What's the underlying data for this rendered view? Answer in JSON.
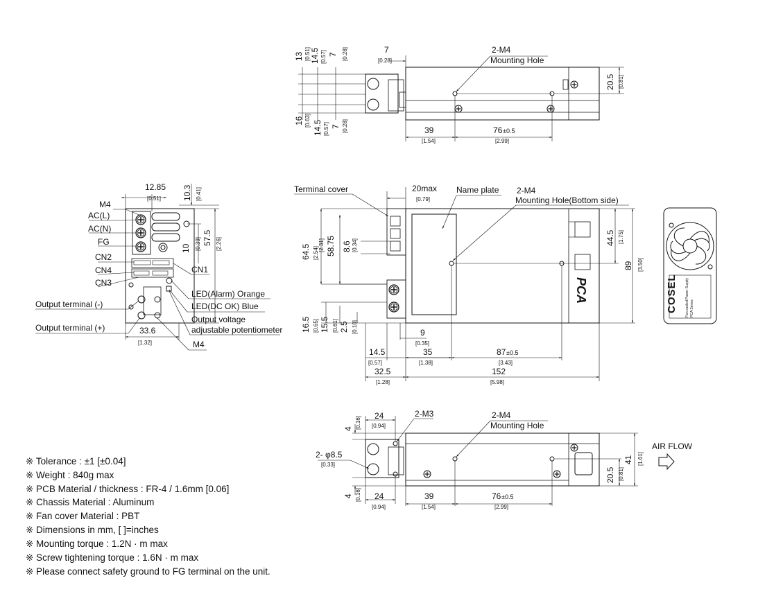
{
  "top_view": {
    "dims_left_top": [
      {
        "mm": "13",
        "in": "[0.51]"
      },
      {
        "mm": "14.5",
        "in": "[0.57]"
      },
      {
        "mm": "7",
        "in": "[0.28]"
      }
    ],
    "dims_left_bottom": [
      {
        "mm": "16",
        "in": "[0.63]"
      },
      {
        "mm": "14.5",
        "in": "[0.57]"
      },
      {
        "mm": "7",
        "in": "[0.28]"
      }
    ],
    "dim_top": {
      "mm": "7",
      "in": "[0.28]"
    },
    "callout": {
      "line1": "2-M4",
      "line2": "Mounting Hole"
    },
    "dim_right": {
      "mm": "20.5",
      "in": "[0.81]"
    },
    "dim_bottom_a": {
      "mm": "39",
      "in": "[1.54]"
    },
    "dim_bottom_b": {
      "mm": "76",
      "tol": "±0.5",
      "in": "[2.99]"
    }
  },
  "front_view": {
    "dim_top": {
      "mm": "12.85",
      "in": "[0.51]"
    },
    "dim_top_right": {
      "mm": "10.3",
      "in": "[0.41]"
    },
    "dim_mid": {
      "mm": "10",
      "in": "[0.39]"
    },
    "dim_right": {
      "mm": "57.5",
      "in": "[2.26]"
    },
    "dim_bottom": {
      "mm": "33.6",
      "in": "[1.32]"
    },
    "labels_left": [
      "M4",
      "AC(L)",
      "AC(N)",
      "FG",
      "CN2",
      "CN4",
      "CN3",
      "Output terminal (-)",
      "Output terminal (+)"
    ],
    "labels_right": [
      "CN1",
      "LED(Alarm) Orange",
      "LED(DC OK) Blue",
      "Output voltage",
      "adjustable potentiometer",
      "M4"
    ]
  },
  "side_view": {
    "terminal_cover": "Terminal cover",
    "dim_top": {
      "mm": "20max",
      "in": "[0.79]"
    },
    "name_plate": "Name plate",
    "callout": {
      "line1": "2-M4",
      "line2": "Mounting Hole(Bottom side)"
    },
    "brand_text": "PCA",
    "dims_left": [
      {
        "mm": "64.5",
        "in": "[2.54]"
      },
      {
        "mm": "58.75",
        "in": "[2.31]"
      },
      {
        "mm": "8.6",
        "in": "[0.34]"
      }
    ],
    "dims_left_bottom": [
      {
        "mm": "16.5",
        "in": "[0.65]"
      },
      {
        "mm": "15.5",
        "in": "[0.61]"
      },
      {
        "mm": "2.5",
        "in": "[0.10]"
      }
    ],
    "dim_right_a": {
      "mm": "44.5",
      "in": "[1.75]"
    },
    "dim_right_b": {
      "mm": "89",
      "in": "[3.50]"
    },
    "dim_small": {
      "mm": "9",
      "in": "[0.35]"
    },
    "dims_bottom_row1": [
      {
        "mm": "14.5",
        "in": "[0.57]"
      },
      {
        "mm": "35",
        "in": "[1.38]"
      },
      {
        "mm": "87",
        "tol": "±0.5",
        "in": "[3.43]"
      }
    ],
    "dims_bottom_row2": [
      {
        "mm": "32.5",
        "in": "[1.28]"
      },
      {
        "mm": "152",
        "in": "[5.98]"
      }
    ]
  },
  "end_view": {
    "logo": "COSEL",
    "small_text1": "Fan cooled Power Supply",
    "small_text2": "PCA Series"
  },
  "bottom_view": {
    "dim_top_left": {
      "mm": "4",
      "in": "[0.16]"
    },
    "dim_top": {
      "mm": "24",
      "in": "[0.94]"
    },
    "callout_m3": "2-M3",
    "callout_m4": {
      "line1": "2-M4",
      "line2": "Mounting Hole"
    },
    "dim_hole": {
      "text": "2- φ8.5",
      "in": "[0.33]"
    },
    "dim_bottom_left": {
      "mm": "4",
      "in": "[0.16]"
    },
    "dim_bottom_a": {
      "mm": "24",
      "in": "[0.94]"
    },
    "dim_bottom_b": {
      "mm": "39",
      "in": "[1.54]"
    },
    "dim_bottom_c": {
      "mm": "76",
      "tol": "±0.5",
      "in": "[2.99]"
    },
    "dim_right_a": {
      "mm": "20.5",
      "in": "[0.81]"
    },
    "dim_right_b": {
      "mm": "41",
      "in": "[1.61]"
    },
    "air_flow": "AIR FLOW"
  },
  "notes": [
    "※ Tolerance : ±1 [±0.04]",
    "※ Weight : 840g max",
    "※ PCB Material / thickness : FR-4 / 1.6mm [0.06]",
    "※ Chassis Material : Aluminum",
    "※ Fan cover Material : PBT",
    "※ Dimensions in mm, [   ]=inches",
    "※ Mounting torque : 1.2N · m max",
    "※ Screw tightening torque : 1.6N · m max",
    "※ Please connect safety ground to FG terminal on the unit."
  ]
}
